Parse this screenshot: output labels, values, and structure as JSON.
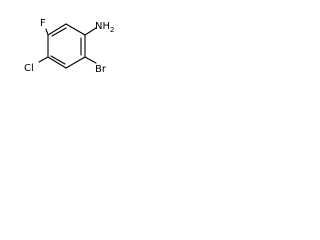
{
  "molecule": {
    "atom_labels": {
      "amine": "NH",
      "amine_subscript": "2",
      "fluorine": "F",
      "chlorine": "Cl",
      "bromine": "Br"
    },
    "colors": {
      "bond": "#000000",
      "text": "#000000",
      "background": "#ffffff"
    }
  }
}
